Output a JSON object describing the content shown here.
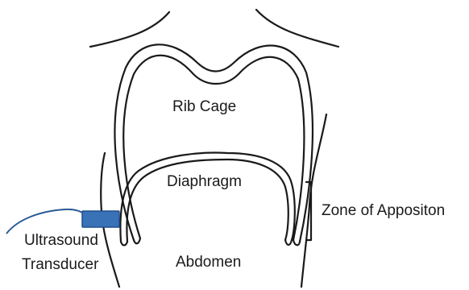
{
  "labels": {
    "rib_cage": "Rib Cage",
    "diaphragm": "Diaphragm",
    "abdomen": "Abdomen",
    "zone_of_apposition": "Zone of Appositon",
    "transducer_line1": "Ultrasound",
    "transducer_line2": "Transducer"
  },
  "colors": {
    "outline": "#1a1a1a",
    "transducer_fill": "#3a72b8",
    "transducer_stroke": "#1f4f8a",
    "cable": "#2a5a96"
  }
}
